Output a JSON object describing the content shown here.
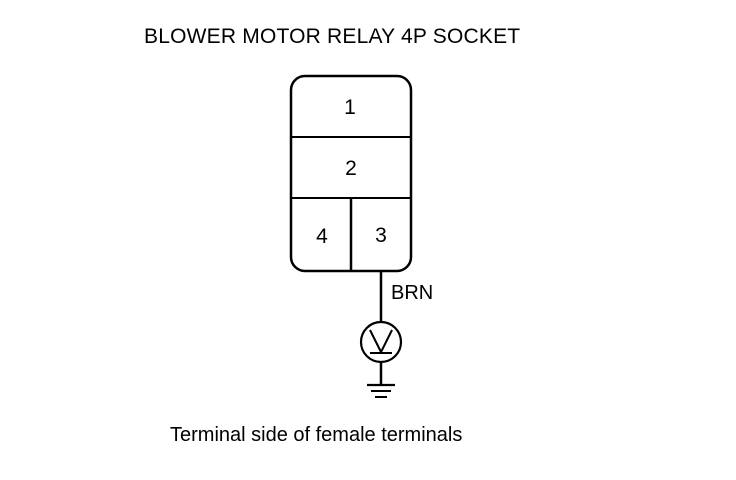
{
  "title": "BLOWER MOTOR RELAY 4P SOCKET",
  "socket": {
    "terminals": [
      {
        "id": "1",
        "label": "1"
      },
      {
        "id": "2",
        "label": "2"
      },
      {
        "id": "4",
        "label": "4"
      },
      {
        "id": "3",
        "label": "3"
      }
    ]
  },
  "wire": {
    "terminal": "3",
    "color_label": "BRN"
  },
  "caption": "Terminal side of female terminals",
  "colors": {
    "line": "#000000",
    "background": "#ffffff"
  }
}
